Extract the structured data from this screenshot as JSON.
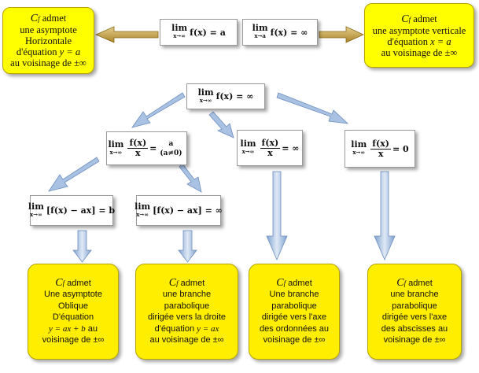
{
  "top_left_box": {
    "lines": [
      "admet",
      "une asymptote",
      "Horizontale",
      "d'équation",
      "au voisinage de ±∞"
    ],
    "eq": "y = a"
  },
  "top_right_box": {
    "lines": [
      "admet",
      "une asymptote verticale",
      "d'équation",
      "au voisinage de ±∞"
    ],
    "eq": "x = a"
  },
  "curve_symbol": {
    "c": "C",
    "f": "f"
  },
  "formulas": {
    "lim_word": "lim",
    "sub_inf": "x→∞",
    "sub_a": "x→a",
    "f1": "f(x) = a",
    "f2": "f(x) = ∞",
    "center": "f(x) = ∞",
    "ratio_num": "f(x)",
    "ratio_den": "x",
    "eq_a": "=",
    "val_a": "a",
    "cond_a": "(a≠0)",
    "eq_inf": "= ∞",
    "eq_zero": "= 0",
    "diff_b": "[f(x) − ax] = b",
    "diff_inf": "[f(x) − ax] = ∞"
  },
  "bottom_boxes": [
    {
      "title": "admet",
      "lines": [
        "Une asymptote",
        "Oblique",
        "D'équation"
      ],
      "eq": "y = ax + b",
      "eq_suffix": " au",
      "last": "voisinage de ±∞"
    },
    {
      "title": "admet",
      "lines": [
        "une branche",
        "parabolique",
        "dirigée vers la droite"
      ],
      "eq_prefix": "d'équation ",
      "eq": "y = ax",
      "last": "au voisinage de ±∞"
    },
    {
      "title": "admet",
      "lines": [
        "Une branche",
        "parabolique",
        "dirigée vers l'axe",
        "des ordonnées au",
        "voisinage de ±∞"
      ]
    },
    {
      "title": "admet",
      "lines": [
        "une branche",
        "parabolique",
        "dirigée vers l'axe",
        "des abscisses au",
        "voisinage de ±∞"
      ]
    }
  ],
  "colors": {
    "box_yellow": "#ffff00",
    "arrow_fill": "#a9c1e2",
    "arrow_left_fill": "#c8a75a"
  }
}
